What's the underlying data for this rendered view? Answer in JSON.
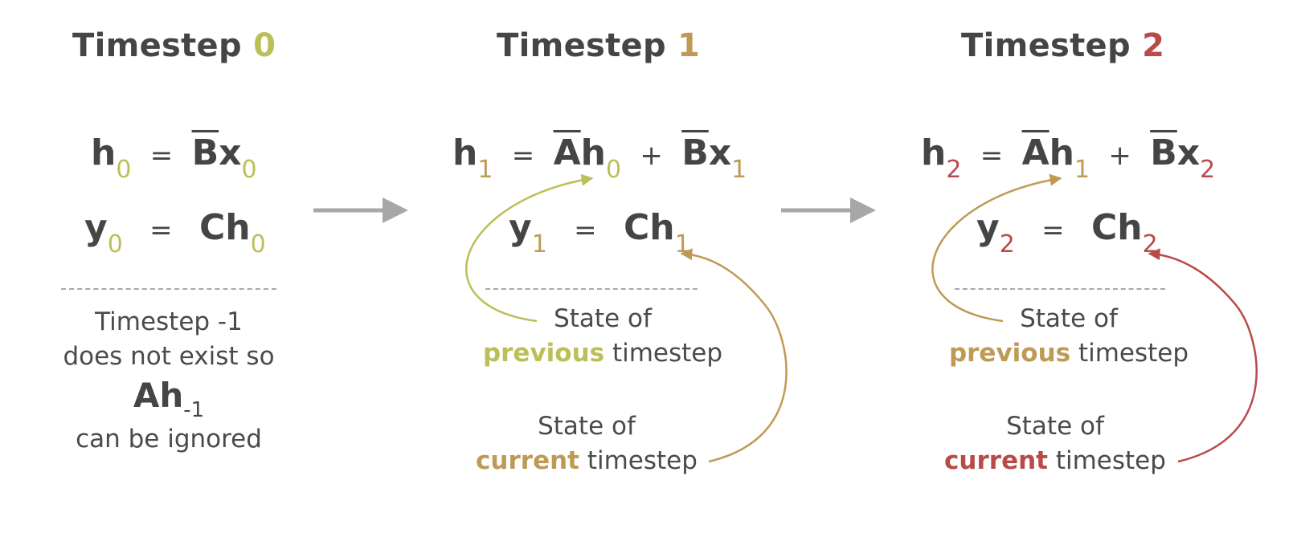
{
  "colors": {
    "step0": "#bcbf57",
    "step1": "#bf9a55",
    "step2": "#b84b48",
    "text": "#464646",
    "flow_arrow": "#a7a7a7"
  },
  "panels": [
    {
      "title_word": "Timestep",
      "title_num": "0",
      "eq1": {
        "lhs": "h",
        "lhs_sub": "0",
        "eq": "=",
        "t1_bar": "B",
        "t1_rest": "x",
        "t1_sub": "0"
      },
      "eq2": {
        "lhs": "y",
        "lhs_sub": "0",
        "eq": "=",
        "rhs": "Ch",
        "rhs_sub": "0"
      },
      "note": {
        "line1": "Timestep -1",
        "line2": "does not exist so",
        "math": "Ah",
        "math_sub": "-1",
        "line3": "can be ignored"
      }
    },
    {
      "title_word": "Timestep",
      "title_num": "1",
      "eq1": {
        "lhs": "h",
        "lhs_sub": "1",
        "eq": "=",
        "t1_bar": "A",
        "t1_rest": "h",
        "t1_sub": "0",
        "plus": "+",
        "t2_bar": "B",
        "t2_rest": "x",
        "t2_sub": "1"
      },
      "eq2": {
        "lhs": "y",
        "lhs_sub": "1",
        "eq": "=",
        "rhs": "Ch",
        "rhs_sub": "1"
      },
      "prev": {
        "line1": "State of",
        "bold": "previous",
        "rest": "timestep"
      },
      "curr": {
        "line1": "State of",
        "bold": "current",
        "rest": "timestep"
      }
    },
    {
      "title_word": "Timestep",
      "title_num": "2",
      "eq1": {
        "lhs": "h",
        "lhs_sub": "2",
        "eq": "=",
        "t1_bar": "A",
        "t1_rest": "h",
        "t1_sub": "1",
        "plus": "+",
        "t2_bar": "B",
        "t2_rest": "x",
        "t2_sub": "2"
      },
      "eq2": {
        "lhs": "y",
        "lhs_sub": "2",
        "eq": "=",
        "rhs": "Ch",
        "rhs_sub": "2"
      },
      "prev": {
        "line1": "State of",
        "bold": "previous",
        "rest": "timestep"
      },
      "curr": {
        "line1": "State of",
        "bold": "current",
        "rest": "timestep"
      }
    }
  ]
}
